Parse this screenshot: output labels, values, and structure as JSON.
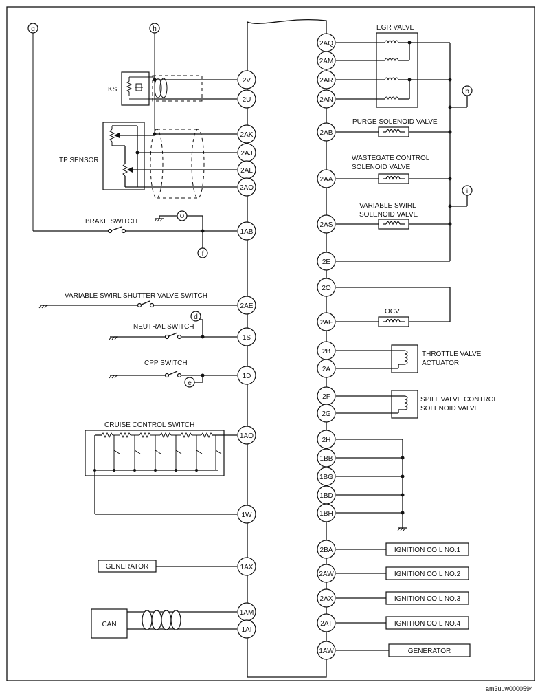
{
  "diagram": {
    "footer_id": "am3uuw0000594",
    "refs": {
      "g": "g",
      "h": "h",
      "b": "b",
      "i": "i",
      "f": "f",
      "d": "d",
      "e": "e"
    },
    "left_pins": {
      "p2V": "2V",
      "p2U": "2U",
      "p2AK": "2AK",
      "p2AJ": "2AJ",
      "p2AL": "2AL",
      "p2AO": "2AO",
      "p1AB": "1AB",
      "p2AE": "2AE",
      "p1S": "1S",
      "p1D": "1D",
      "p1AQ": "1AQ",
      "p1W": "1W",
      "p1AX": "1AX",
      "p1AM": "1AM",
      "p1AI": "1AI"
    },
    "right_pins": {
      "p2AQ": "2AQ",
      "p2AM": "2AM",
      "p2AR": "2AR",
      "p2AN": "2AN",
      "p2AB": "2AB",
      "p2AA": "2AA",
      "p2AS": "2AS",
      "p2E": "2E",
      "p2O": "2O",
      "p2AF": "2AF",
      "p2B": "2B",
      "p2A": "2A",
      "p2F": "2F",
      "p2G": "2G",
      "p2H": "2H",
      "p1BB": "1BB",
      "p1BG": "1BG",
      "p1BD": "1BD",
      "p1BH": "1BH",
      "p2BA": "2BA",
      "p2AW": "2AW",
      "p2AX": "2AX",
      "p2AT": "2AT",
      "p1AW": "1AW"
    },
    "components": {
      "ks": "KS",
      "tp_sensor": "TP SENSOR",
      "brake_switch": "BRAKE SWITCH",
      "vs_valve_switch": "VARIABLE SWIRL SHUTTER VALVE SWITCH",
      "neutral_switch": "NEUTRAL SWITCH",
      "cpp_switch": "CPP SWITCH",
      "cruise_switch": "CRUISE CONTROL SWITCH",
      "generator_left": "GENERATOR",
      "can": "CAN",
      "egr_valve": "EGR VALVE",
      "purge_valve": "PURGE SOLENOID VALVE",
      "wastegate_1": "WASTEGATE CONTROL",
      "wastegate_2": "SOLENOID VALVE",
      "swirl_1": "VARIABLE SWIRL",
      "swirl_2": "SOLENOID VALVE",
      "ocv": "OCV",
      "throttle_1": "THROTTLE VALVE",
      "throttle_2": "ACTUATOR",
      "spill_1": "SPILL VALVE CONTROL",
      "spill_2": "SOLENOID VALVE",
      "ign1": "IGNITION COIL NO.1",
      "ign2": "IGNITION COIL NO.2",
      "ign3": "IGNITION COIL NO.3",
      "ign4": "IGNITION COIL NO.4",
      "generator_right": "GENERATOR"
    }
  }
}
